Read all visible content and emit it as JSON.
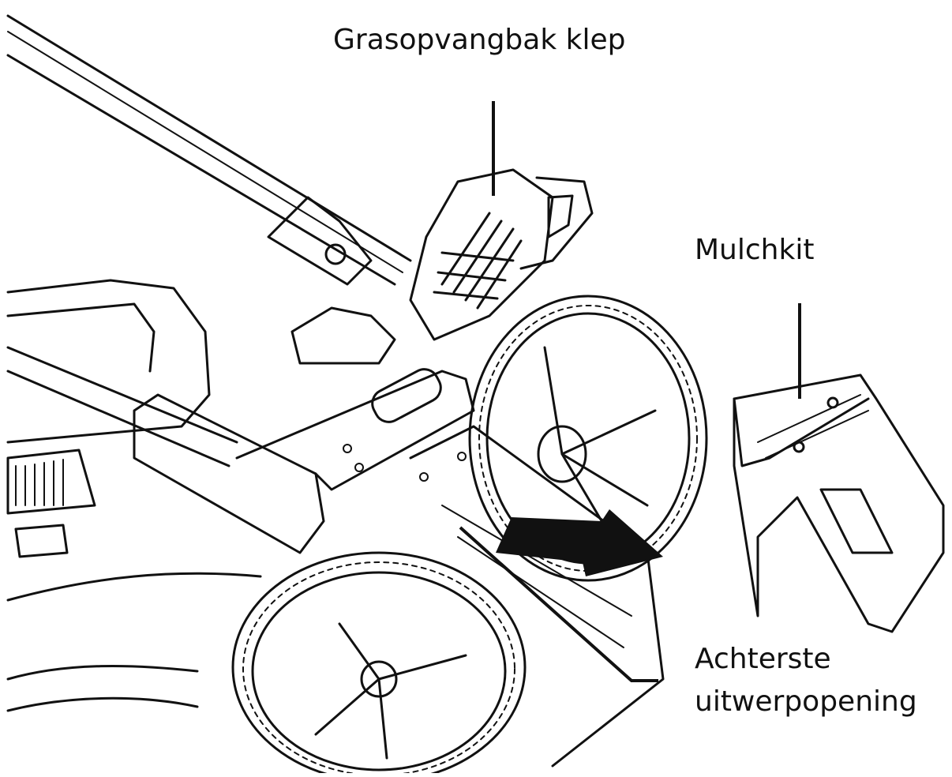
{
  "labels": {
    "grass_bag_flap": "Grasopvangbak klep",
    "mulch_kit": "Mulchkit",
    "rear_discharge_line1": "Achterste",
    "rear_discharge_line2": "uitwerpopening"
  },
  "colors": {
    "ink": "#111111",
    "background": "#ffffff",
    "arrow": "#111111"
  }
}
